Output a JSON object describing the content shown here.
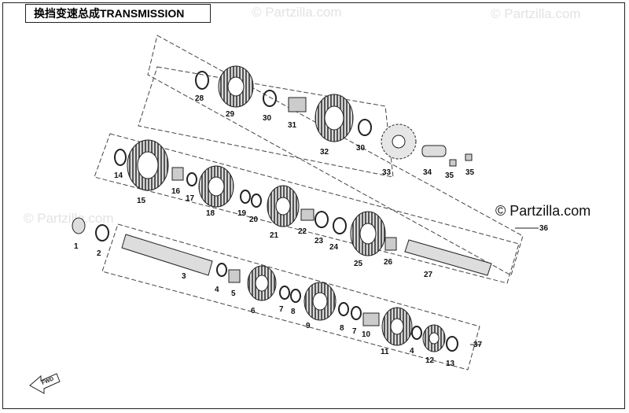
{
  "title": "换挡变速总成TRANSMISSION",
  "watermarks": {
    "top": "© Partzilla.com",
    "top2": "© Partzilla.com",
    "left": "© Partzilla.com",
    "right": "© Partzilla.com"
  },
  "callouts": [
    "1",
    "2",
    "3",
    "4",
    "5",
    "6",
    "7",
    "8",
    "9",
    "8",
    "7",
    "10",
    "11",
    "4",
    "12",
    "13",
    "37",
    "14",
    "15",
    "16",
    "17",
    "18",
    "19",
    "20",
    "21",
    "22",
    "23",
    "24",
    "25",
    "26",
    "27",
    "28",
    "29",
    "30",
    "31",
    "32",
    "30",
    "33",
    "34",
    "35",
    "35",
    "36"
  ],
  "arrow_label": "FWD",
  "colors": {
    "line": "#222222",
    "dash": "#444444",
    "gear_fill": "#cfcfcf",
    "gear_dark": "#8a8a8a"
  }
}
